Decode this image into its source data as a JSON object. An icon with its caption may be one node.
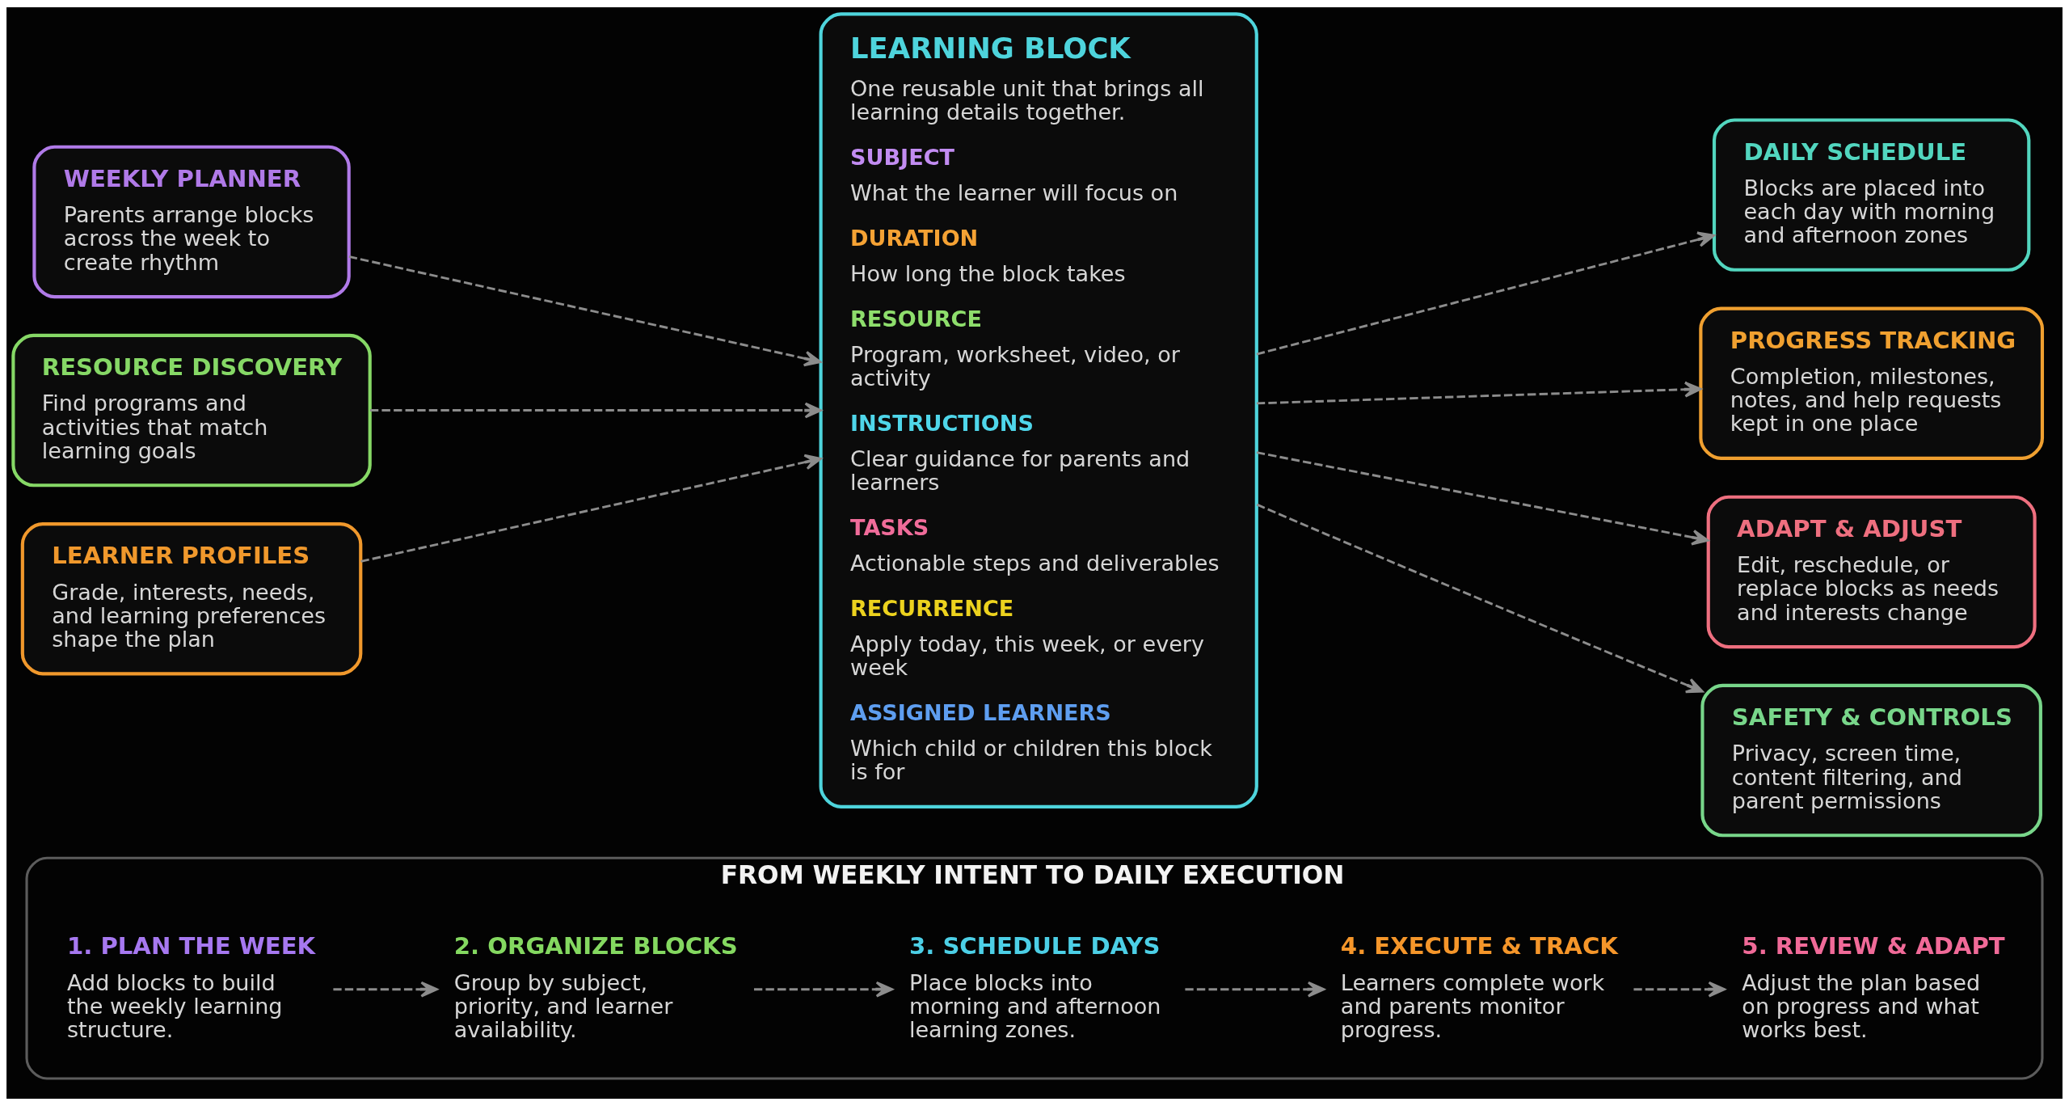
{
  "diagram": {
    "nodes": [
      {
        "text": [
          "WEEKLY PLANNER",
          "Parents arrange blocks across the week to create rhythm"
        ]
      },
      {
        "text": [
          "RESOURCE DISCOVERY",
          "Find programs and activities that match learning goals"
        ]
      },
      {
        "text": [
          "LEARNER PROFILES",
          "Grade, interests, needs, and learning preferences shape the plan"
        ]
      },
      {
        "text": [
          "LEARNING BLOCK",
          "One reusable unit that brings all learning details together.",
          "SUBJECT",
          "What the learner will focus on",
          "DURATION",
          "How long the block takes",
          "RESOURCE",
          "Program, worksheet, video, or activity",
          "INSTRUCTIONS",
          "Clear guidance for parents and learners",
          "TASKS",
          "Actionable steps and deliverables",
          "RECURRENCE",
          "Apply today, this week, or every week",
          "ASSIGNED LEARNERS",
          "Which child or children this block is for"
        ]
      },
      {
        "text": [
          "DAILY SCHEDULE",
          "Blocks are placed into each day with morning and afternoon zones"
        ]
      },
      {
        "text": [
          "PROGRESS TRACKING",
          "Completion, milestones, notes, and help requests kept in one place"
        ]
      },
      {
        "text": [
          "ADAPT & ADJUST",
          "Edit, reschedule, or replace blocks as needs and interests change"
        ]
      },
      {
        "text": [
          "SAFETY & CONTROLS",
          "Privacy, screen time, content filtering, and parent permissions"
        ]
      },
      {
        "text": [
          "FROM WEEKLY INTENT TO DAILY EXECUTION"
        ]
      },
      {
        "text": [
          "1. PLAN THE WEEK",
          "Add blocks to build the weekly learning structure."
        ],
        "in": 8
      },
      {
        "text": [
          "2. ORGANIZE BLOCKS",
          "Group by subject, priority, and learner availability."
        ],
        "in": 8
      },
      {
        "text": [
          "3. SCHEDULE DAYS",
          "Place blocks into morning and afternoon learning zones."
        ],
        "in": 8
      },
      {
        "text": [
          "4. EXECUTE & TRACK",
          "Learners complete work and parents monitor progress."
        ],
        "in": 8
      },
      {
        "text": [
          "5. REVIEW & ADAPT",
          "Adjust the plan based on progress and what works best."
        ],
        "in": 8
      }
    ],
    "edges": [
      {
        "from": 0,
        "to": 3,
        "arrow": "to",
        "style": "dashed"
      },
      {
        "from": 1,
        "to": 3,
        "arrow": "to",
        "style": "dashed"
      },
      {
        "from": 2,
        "to": 3,
        "arrow": "to",
        "style": "dashed"
      },
      {
        "from": 3,
        "to": 4,
        "arrow": "to",
        "style": "dashed"
      },
      {
        "from": 3,
        "to": 5,
        "arrow": "to",
        "style": "dashed"
      },
      {
        "from": 3,
        "to": 6,
        "arrow": "to",
        "style": "dashed"
      },
      {
        "from": 3,
        "to": 7,
        "arrow": "to",
        "style": "dashed"
      },
      {
        "from": 9,
        "to": 10,
        "arrow": "to",
        "style": "dashed"
      },
      {
        "from": 10,
        "to": 11,
        "arrow": "to",
        "style": "dashed"
      },
      {
        "from": 11,
        "to": 12,
        "arrow": "to",
        "style": "dashed"
      },
      {
        "from": 12,
        "to": 13,
        "arrow": "to",
        "style": "dashed"
      }
    ]
  }
}
